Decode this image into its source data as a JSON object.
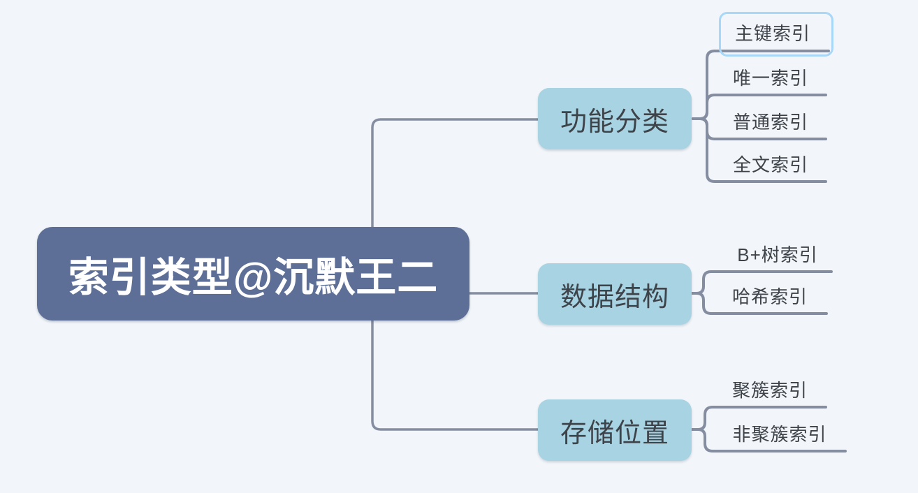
{
  "root": {
    "label": "索引类型@沉默王二"
  },
  "branches": [
    {
      "label": "功能分类",
      "children": [
        {
          "label": "主键索引",
          "selected": true
        },
        {
          "label": "唯一索引",
          "selected": false
        },
        {
          "label": "普通索引",
          "selected": false
        },
        {
          "label": "全文索引",
          "selected": false
        }
      ]
    },
    {
      "label": "数据结构",
      "children": [
        {
          "label": "B+树索引",
          "selected": false
        },
        {
          "label": "哈希索引",
          "selected": false
        }
      ]
    },
    {
      "label": "存储位置",
      "children": [
        {
          "label": "聚簇索引",
          "selected": false
        },
        {
          "label": "非聚簇索引",
          "selected": false
        }
      ]
    }
  ],
  "colors": {
    "bg": "#f2f6fa",
    "root_fill": "#5e6f97",
    "root_text": "#ffffff",
    "branch_fill": "#a8d3e2",
    "node_text": "#3e434a",
    "line": "#858da0",
    "selection_border": "#a9d7f7"
  }
}
